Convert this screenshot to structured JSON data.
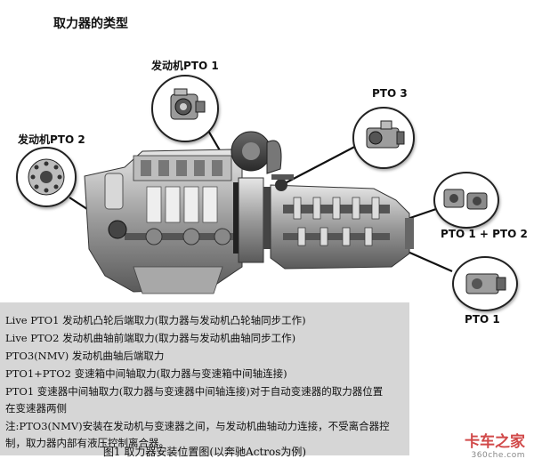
{
  "title": "取力器的类型",
  "labels": {
    "pto_engine_1": "发动机PTO 1",
    "pto_engine_2": "发动机PTO 2",
    "pto_3": "PTO 3",
    "pto_1_2": "PTO 1 + PTO 2",
    "pto_1": "PTO 1"
  },
  "description_lines": [
    "Live PTO1 发动机凸轮后端取力(取力器与发动机凸轮轴同步工作)",
    "Live PTO2 发动机曲轴前端取力(取力器与发动机曲轴同步工作)",
    "PTO3(NMV)  发动机曲轴后端取力",
    "PTO1+PTO2  变速箱中间轴取力(取力器与变速箱中间轴连接)",
    "PTO1 变速器中间轴取力(取力器与变速器中间轴连接)对于自动变速器的取力器位置",
    "在变速器两侧",
    "注:PTO3(NMV)安装在发动机与变速器之间，与发动机曲轴动力连接，不受离合器控",
    "制，取力器内部有液压控制离合器。"
  ],
  "caption": "图1   取力器安装位置图(以奔驰Actros为例)",
  "watermark": {
    "main": "卡车之家",
    "sub": "360che.com"
  },
  "colors": {
    "textbox_bg": "#d6d6d6",
    "watermark_red": "#c92a2a"
  }
}
